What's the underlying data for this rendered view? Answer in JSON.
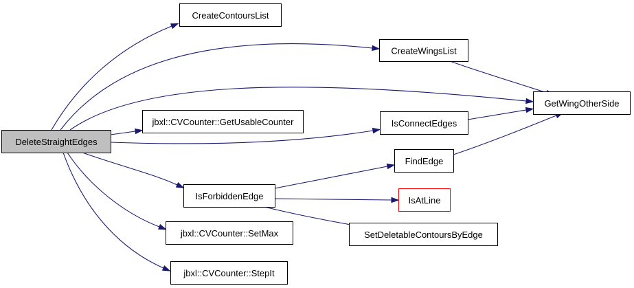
{
  "colors": {
    "edge": "#191970",
    "border": "#000000",
    "root_fill": "#bfbfbf",
    "node_fill": "#ffffff",
    "truncated_border": "#ff0000"
  },
  "nodes": [
    {
      "id": "DeleteStraightEdges",
      "label": "DeleteStraightEdges",
      "root": true
    },
    {
      "id": "CreateContoursList",
      "label": "CreateContoursList"
    },
    {
      "id": "CreateWingsList",
      "label": "CreateWingsList"
    },
    {
      "id": "GetWingOtherSide",
      "label": "GetWingOtherSide"
    },
    {
      "id": "GetUsableCounter",
      "label": "jbxl::CVCounter::GetUsableCounter"
    },
    {
      "id": "IsConnectEdges",
      "label": "IsConnectEdges"
    },
    {
      "id": "FindEdge",
      "label": "FindEdge"
    },
    {
      "id": "IsForbiddenEdge",
      "label": "IsForbiddenEdge"
    },
    {
      "id": "IsAtLine",
      "label": "IsAtLine",
      "truncated": true
    },
    {
      "id": "SetDeletableContoursByEdge",
      "label": "SetDeletableContoursByEdge"
    },
    {
      "id": "SetMax",
      "label": "jbxl::CVCounter::SetMax"
    },
    {
      "id": "StepIt",
      "label": "jbxl::CVCounter::StepIt"
    }
  ],
  "edges": [
    {
      "from": "DeleteStraightEdges",
      "to": "CreateContoursList"
    },
    {
      "from": "DeleteStraightEdges",
      "to": "CreateWingsList"
    },
    {
      "from": "DeleteStraightEdges",
      "to": "GetWingOtherSide"
    },
    {
      "from": "DeleteStraightEdges",
      "to": "GetUsableCounter"
    },
    {
      "from": "DeleteStraightEdges",
      "to": "IsConnectEdges"
    },
    {
      "from": "DeleteStraightEdges",
      "to": "IsForbiddenEdge"
    },
    {
      "from": "DeleteStraightEdges",
      "to": "SetMax"
    },
    {
      "from": "DeleteStraightEdges",
      "to": "StepIt"
    },
    {
      "from": "CreateWingsList",
      "to": "GetWingOtherSide"
    },
    {
      "from": "IsConnectEdges",
      "to": "GetWingOtherSide"
    },
    {
      "from": "FindEdge",
      "to": "GetWingOtherSide"
    },
    {
      "from": "IsForbiddenEdge",
      "to": "FindEdge"
    },
    {
      "from": "IsForbiddenEdge",
      "to": "IsAtLine"
    },
    {
      "from": "IsForbiddenEdge",
      "to": "SetDeletableContoursByEdge"
    }
  ]
}
